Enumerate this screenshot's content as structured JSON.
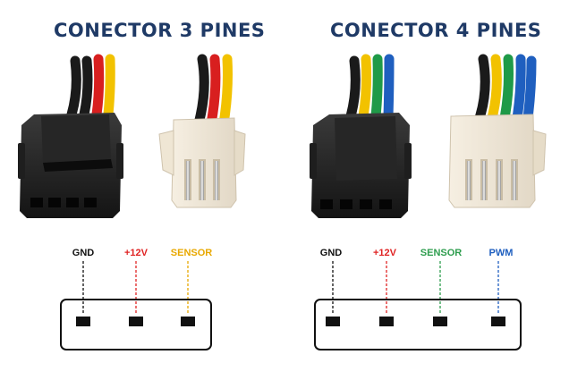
{
  "colors": {
    "title": "#1f3a66",
    "gnd": "#111111",
    "v12": "#e02424",
    "sensor3": "#e8a800",
    "sensor4": "#2e9d4e",
    "pwm": "#1f5fbf"
  },
  "left": {
    "title": "CONECTOR 3 PINES",
    "labels": [
      "GND",
      "+12V",
      "SENSOR"
    ]
  },
  "right": {
    "title": "CONECTOR 4 PINES",
    "labels": [
      "GND",
      "+12V",
      "SENSOR",
      "PWM"
    ]
  },
  "icons": [
    "black-fan-connector-3pin",
    "white-fan-header-3pin",
    "black-fan-connector-4pin",
    "white-fan-header-4pin"
  ]
}
